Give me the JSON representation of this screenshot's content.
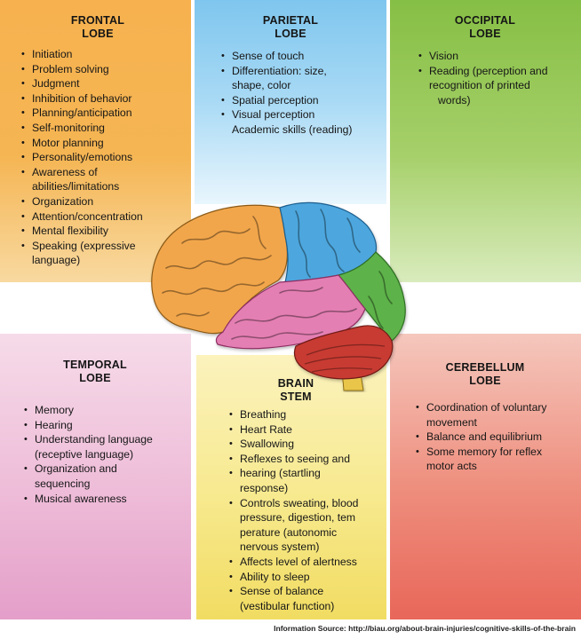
{
  "frontal": {
    "title_line1": "FRONTAL",
    "title_line2": "LOBE",
    "items": [
      "Initiation",
      "Problem solving",
      "Judgment",
      "Inhibition of behavior",
      "Planning/anticipation",
      "Self-monitoring",
      "Motor planning",
      "Personality/emotions",
      "Awareness of",
      "abilities/limitations",
      "Organization",
      "Attention/concentration",
      "Mental flexibility",
      "Speaking (expressive",
      "language)"
    ]
  },
  "parietal": {
    "title_line1": "PARIETAL",
    "title_line2": "LOBE",
    "items": [
      "Sense of touch",
      "Differentiation: size,",
      "shape, color",
      "Spatial perception",
      "Visual perception",
      "Academic skills (reading)"
    ]
  },
  "occipital": {
    "title_line1": "OCCIPITAL",
    "title_line2": "LOBE",
    "items": [
      "Vision",
      "Reading (perception and",
      "recognition of printed",
      "words)"
    ]
  },
  "temporal": {
    "title_line1": "TEMPORAL",
    "title_line2": "LOBE",
    "items": [
      "Memory",
      "Hearing",
      "Understanding language",
      "(receptive language)",
      "Organization and",
      "sequencing",
      "Musical awareness"
    ]
  },
  "brainstem": {
    "title_line1": "BRAIN",
    "title_line2": "STEM",
    "items": [
      "Breathing",
      "Heart Rate",
      "Swallowing",
      "Reflexes to seeing and",
      "hearing (startling",
      "response)",
      "Controls sweating, blood",
      "pressure, digestion, tem",
      "perature (autonomic",
      "nervous system)",
      "Affects level of alertness",
      "Ability to sleep",
      "Sense of balance",
      "(vestibular function)"
    ]
  },
  "cerebellum": {
    "title_line1": "CEREBELLUM",
    "title_line2": "LOBE",
    "items": [
      "Coordination of voluntary",
      "movement",
      "Balance and equilibrium",
      "Some memory for reflex",
      "motor acts"
    ]
  },
  "source": "Information Source:  http://biau.org/about-brain-injuries/cognitive-skills-of-the-brain",
  "colors": {
    "frontal": "#f7b24f",
    "parietal": "#7fc6ee",
    "occipital": "#86bf45",
    "temporal": "#e49fc9",
    "brainstem": "#f1dc62",
    "cerebellum": "#e8675a",
    "brain_frontal": "#f2a64c",
    "brain_parietal": "#4ea7de",
    "brain_occipital": "#5db24a",
    "brain_temporal": "#e47fb3",
    "brain_cerebellum": "#c83a33",
    "brain_stem": "#e9c64a"
  }
}
